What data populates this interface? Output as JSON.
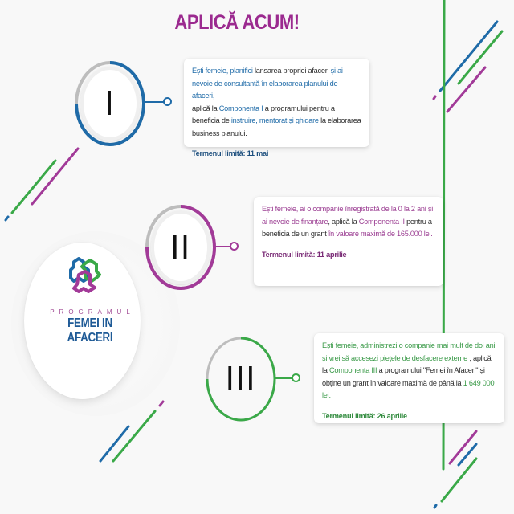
{
  "title": "APLICĂ ACUM!",
  "colors": {
    "title": "#9b2a8f",
    "blue": "#1f6ba8",
    "purple": "#a23a98",
    "green": "#3aa948",
    "ring_gray": "#bdbdbd",
    "background": "#f8f8f8"
  },
  "logo": {
    "icon": "interlocked-hexagon-logo-icon",
    "subtitle": "PROGRAMUL",
    "name": "FEMEI IN AFACERI"
  },
  "steps": [
    {
      "numeral": "I",
      "color": "#1f6ba8",
      "text": [
        {
          "t": "Ești femeie, planifici",
          "hl": true
        },
        {
          "t": " lansarea propriei afaceri ",
          "hl": false
        },
        {
          "t": "și ai nevoie de consultanță în elaborarea planului de afaceri,",
          "hl": true
        },
        {
          "t": "\naplică la ",
          "hl": false
        },
        {
          "t": "Componenta I",
          "hl": true
        },
        {
          "t": " a programului pentru a beneficia de ",
          "hl": false
        },
        {
          "t": "instruire, mentorat și ghidare",
          "hl": true
        },
        {
          "t": " la elaborarea business planului.",
          "hl": false
        }
      ],
      "deadline": "Termenul limită: 11 mai"
    },
    {
      "numeral": "II",
      "color": "#a23a98",
      "text": [
        {
          "t": "Ești femeie, ai o companie înregistrată de la 0 la 2 ani și ai nevoie de finanțare",
          "hl": true
        },
        {
          "t": ", aplică la ",
          "hl": false
        },
        {
          "t": "Componenta II",
          "hl": true
        },
        {
          "t": " pentru a beneficia de un grant ",
          "hl": false
        },
        {
          "t": "în valoare maximă de 165.000 lei.",
          "hl": true
        }
      ],
      "deadline": "Termenul limită: 11 aprilie"
    },
    {
      "numeral": "III",
      "color": "#3aa948",
      "text": [
        {
          "t": "Ești femeie, administrezi o companie mai mult de doi ani și vrei să accesezi piețele de desfacere externe",
          "hl": true
        },
        {
          "t": " , aplică la ",
          "hl": false
        },
        {
          "t": "Componenta III",
          "hl": true
        },
        {
          "t": " a programului \"Femei în Afaceri\" și obține un grant în valoare maximă de până la ",
          "hl": false
        },
        {
          "t": "1 649 000 lei.",
          "hl": true
        }
      ],
      "deadline": "Termenul limită: 26 aprilie"
    }
  ]
}
